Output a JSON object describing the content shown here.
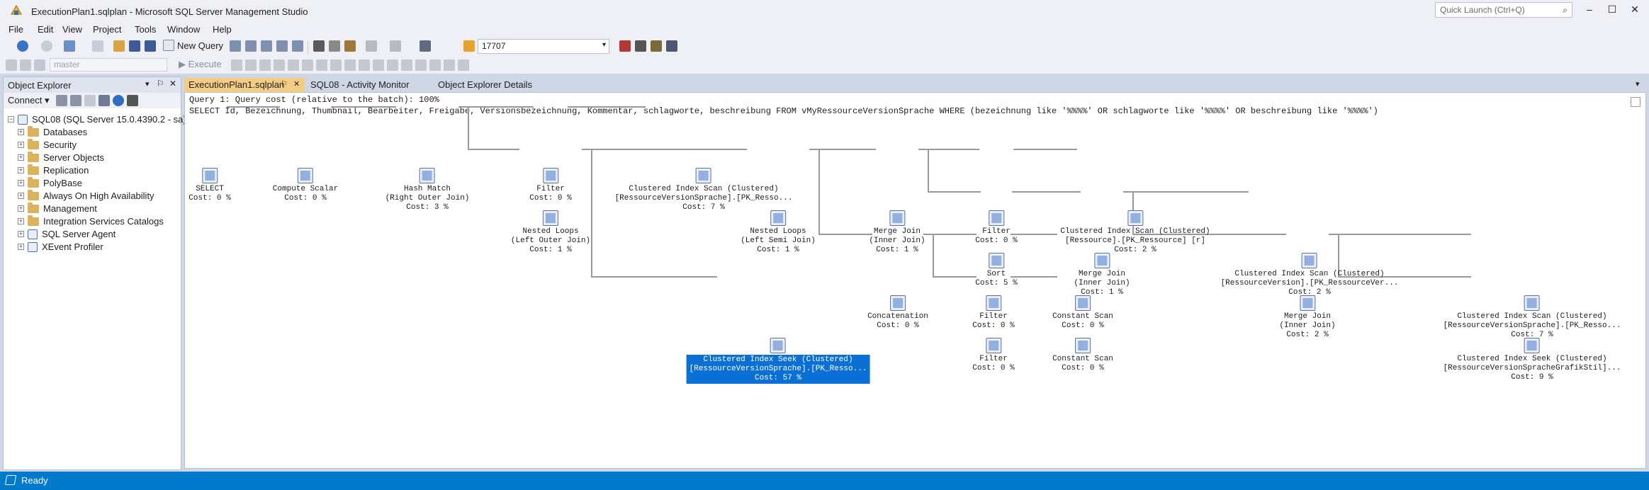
{
  "window": {
    "title": "ExecutionPlan1.sqlplan - Microsoft SQL Server Management Studio",
    "quick_launch_placeholder": "Quick Launch (Ctrl+Q)"
  },
  "menu": [
    "File",
    "Edit",
    "View",
    "Project",
    "Tools",
    "Window",
    "Help"
  ],
  "toolbar": {
    "new_query": "New Query",
    "plan_value": "17707",
    "database": "master",
    "execute": "Execute"
  },
  "object_explorer": {
    "title": "Object Explorer",
    "connect": "Connect",
    "server": "SQL08 (SQL Server 15.0.4390.2 - sa)",
    "items": [
      "Databases",
      "Security",
      "Server Objects",
      "Replication",
      "PolyBase",
      "Always On High Availability",
      "Management",
      "Integration Services Catalogs",
      "SQL Server Agent",
      "XEvent Profiler"
    ]
  },
  "tabs": [
    {
      "label": "ExecutionPlan1.sqlplan"
    },
    {
      "label": "SQL08 - Activity Monitor"
    },
    {
      "label": "Object Explorer Details"
    }
  ],
  "query": {
    "line1": "Query 1: Query cost (relative to the batch): 100%",
    "line2": "SELECT Id, Bezeichnung, Thumbnail, Bearbeiter, Freigabe, Versionsbezeichnung, Kommentar, schlagworte, beschreibung FROM vMyRessourceVersionSprache WHERE (bezeichnung like '%%%%' OR schlagworte like '%%%%' OR beschreibung like '%%%%')"
  },
  "plan_nodes": [
    {
      "id": "select",
      "lines": [
        "SELECT",
        "Cost: 0 %"
      ]
    },
    {
      "id": "compute",
      "lines": [
        "Compute Scalar",
        "Cost: 0 %"
      ]
    },
    {
      "id": "hash",
      "lines": [
        "Hash Match",
        "(Right Outer Join)",
        "Cost: 3 %"
      ]
    },
    {
      "id": "filter1",
      "lines": [
        "Filter",
        "Cost: 0 %"
      ]
    },
    {
      "id": "cis1",
      "lines": [
        "Clustered Index Scan (Clustered)",
        "[RessourceVersionSprache].[PK_Resso...",
        "Cost: 7 %"
      ]
    },
    {
      "id": "nl1",
      "lines": [
        "Nested Loops",
        "(Left Outer Join)",
        "Cost: 1 %"
      ]
    },
    {
      "id": "nl2",
      "lines": [
        "Nested Loops",
        "(Left Semi Join)",
        "Cost: 1 %"
      ]
    },
    {
      "id": "mj1",
      "lines": [
        "Merge Join",
        "(Inner Join)",
        "Cost: 1 %"
      ]
    },
    {
      "id": "filter2",
      "lines": [
        "Filter",
        "Cost: 0 %"
      ]
    },
    {
      "id": "cis2",
      "lines": [
        "Clustered Index Scan (Clustered)",
        "[Ressource].[PK_Ressource] [r]",
        "Cost: 2 %"
      ]
    },
    {
      "id": "sort",
      "lines": [
        "Sort",
        "Cost: 5 %"
      ]
    },
    {
      "id": "mj2",
      "lines": [
        "Merge Join",
        "(Inner Join)",
        "Cost: 1 %"
      ]
    },
    {
      "id": "cis3",
      "lines": [
        "Clustered Index Scan (Clustered)",
        "[RessourceVersion].[PK_RessourceVer...",
        "Cost: 2 %"
      ]
    },
    {
      "id": "concat",
      "lines": [
        "Concatenation",
        "Cost: 0 %"
      ]
    },
    {
      "id": "filter3",
      "lines": [
        "Filter",
        "Cost: 0 %"
      ]
    },
    {
      "id": "const1",
      "lines": [
        "Constant Scan",
        "Cost: 0 %"
      ]
    },
    {
      "id": "mj3",
      "lines": [
        "Merge Join",
        "(Inner Join)",
        "Cost: 2 %"
      ]
    },
    {
      "id": "cis4",
      "lines": [
        "Clustered Index Scan (Clustered)",
        "[RessourceVersionSprache].[PK_Resso...",
        "Cost: 7 %"
      ]
    },
    {
      "id": "seek1",
      "lines": [
        "Clustered Index Seek (Clustered)",
        "[RessourceVersionSprache].[PK_Resso...",
        "Cost: 57 %"
      ],
      "selected": true
    },
    {
      "id": "filter4",
      "lines": [
        "Filter",
        "Cost: 0 %"
      ]
    },
    {
      "id": "const2",
      "lines": [
        "Constant Scan",
        "Cost: 0 %"
      ]
    },
    {
      "id": "seek2",
      "lines": [
        "Clustered Index Seek (Clustered)",
        "[RessourceVersionSpracheGrafikStil]...",
        "Cost: 9 %"
      ]
    }
  ],
  "status": "Ready"
}
